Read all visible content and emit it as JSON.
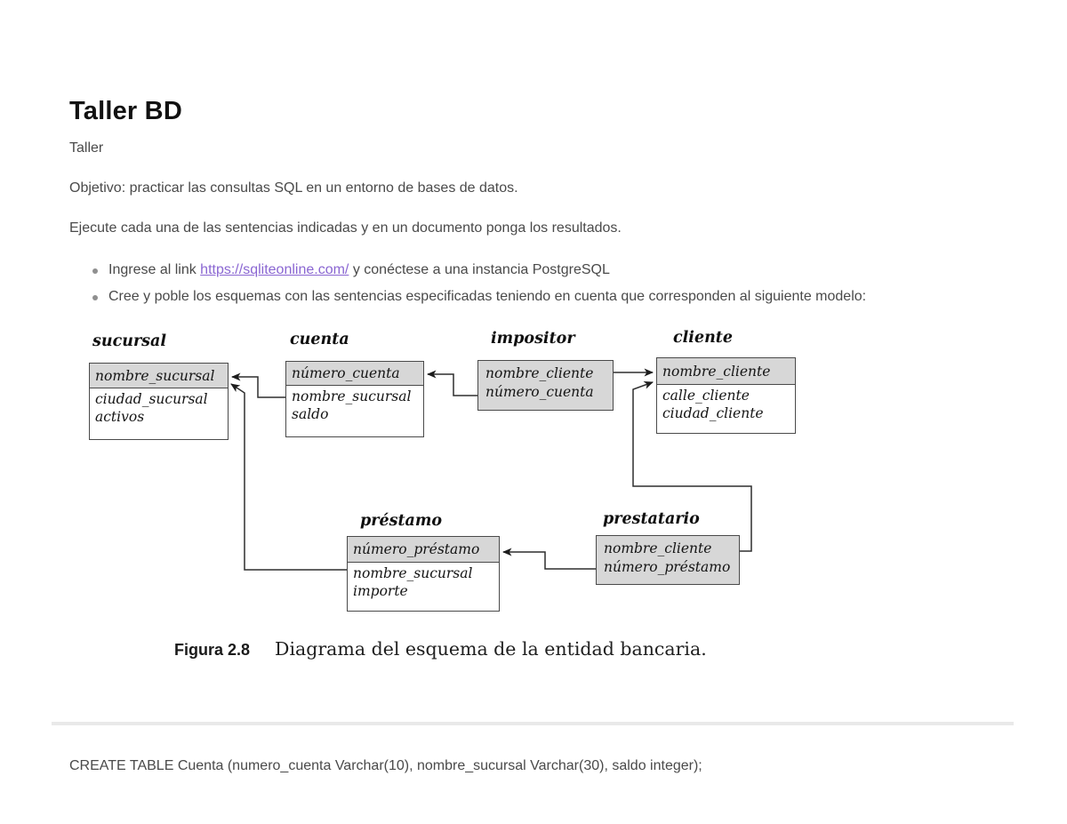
{
  "doc": {
    "title": "Taller BD",
    "subtitle": "Taller",
    "objective": "Objetivo: practicar las consultas SQL en un entorno de bases de datos.",
    "instruction": "Ejecute cada una de las sentencias indicadas y en un documento ponga los resultados.",
    "bullets": {
      "item1_pre": "Ingrese al link ",
      "item1_link": "https://sqliteonline.com/",
      "item1_post": " y conéctese a una instancia PostgreSQL",
      "item2": "Cree y poble los esquemas con las sentencias especificadas teniendo en cuenta que corresponden al siguiente modelo:"
    }
  },
  "figure": {
    "caption": {
      "label": "Figura 2.8",
      "text": "Diagrama del esquema de la entidad bancaria."
    },
    "tables": {
      "sucursal": {
        "name": "sucursal",
        "header": [
          "nombre_sucursal"
        ],
        "body": [
          "ciudad_sucursal",
          "activos"
        ]
      },
      "cuenta": {
        "name": "cuenta",
        "header": [
          "número_cuenta"
        ],
        "body": [
          "nombre_sucursal",
          "saldo"
        ]
      },
      "impositor": {
        "name": "impositor",
        "key_rows": [
          "nombre_cliente",
          "número_cuenta"
        ]
      },
      "cliente": {
        "name": "cliente",
        "header": [
          "nombre_cliente"
        ],
        "body": [
          "calle_cliente",
          "ciudad_cliente"
        ]
      },
      "prestamo": {
        "name": "préstamo",
        "header": [
          "número_préstamo"
        ],
        "body": [
          "nombre_sucursal",
          "importe"
        ]
      },
      "prestatario": {
        "name": "prestatario",
        "key_rows": [
          "nombre_cliente",
          "número_préstamo"
        ]
      }
    }
  },
  "sql": {
    "create_table_cuenta": "CREATE TABLE Cuenta (numero_cuenta Varchar(10), nombre_sucursal Varchar(30), saldo integer);"
  },
  "colors": {
    "link_purple": "#8a66d2",
    "table_header_gray": "#d7d7d7",
    "body_text_gray": "#4a4a4a"
  }
}
